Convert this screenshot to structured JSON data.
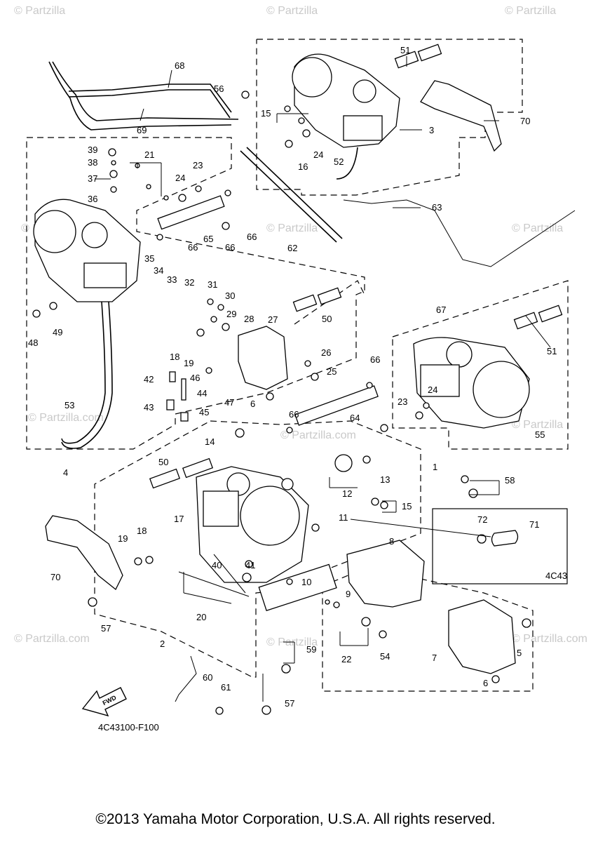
{
  "watermarks": [
    "© Partzilla",
    "© Partzilla",
    "© Partzilla",
    "© Partzilla.com",
    "© Partzilla",
    "© Partzilla",
    "© Partzilla.com",
    "© Partzilla.com",
    "© Partzilla",
    "© Partzilla.com",
    "© Partzilla",
    "© Partzilla.com"
  ],
  "callouts": [
    {
      "id": "c1",
      "text": "1"
    },
    {
      "id": "c2",
      "text": "2"
    },
    {
      "id": "c3",
      "text": "3"
    },
    {
      "id": "c4",
      "text": "4"
    },
    {
      "id": "c5",
      "text": "5"
    },
    {
      "id": "c6a",
      "text": "6"
    },
    {
      "id": "c6b",
      "text": "6"
    },
    {
      "id": "c7",
      "text": "7"
    },
    {
      "id": "c8",
      "text": "8"
    },
    {
      "id": "c9",
      "text": "9"
    },
    {
      "id": "c10",
      "text": "10"
    },
    {
      "id": "c11",
      "text": "11"
    },
    {
      "id": "c12",
      "text": "12"
    },
    {
      "id": "c13",
      "text": "13"
    },
    {
      "id": "c14",
      "text": "14"
    },
    {
      "id": "c15a",
      "text": "15"
    },
    {
      "id": "c15b",
      "text": "15"
    },
    {
      "id": "c16",
      "text": "16"
    },
    {
      "id": "c17",
      "text": "17"
    },
    {
      "id": "c18a",
      "text": "18"
    },
    {
      "id": "c18b",
      "text": "18"
    },
    {
      "id": "c19a",
      "text": "19"
    },
    {
      "id": "c19b",
      "text": "19"
    },
    {
      "id": "c20",
      "text": "20"
    },
    {
      "id": "c21",
      "text": "21"
    },
    {
      "id": "c22",
      "text": "22"
    },
    {
      "id": "c23a",
      "text": "23"
    },
    {
      "id": "c23b",
      "text": "23"
    },
    {
      "id": "c24a",
      "text": "24"
    },
    {
      "id": "c24b",
      "text": "24"
    },
    {
      "id": "c24c",
      "text": "24"
    },
    {
      "id": "c25",
      "text": "25"
    },
    {
      "id": "c26",
      "text": "26"
    },
    {
      "id": "c27",
      "text": "27"
    },
    {
      "id": "c28",
      "text": "28"
    },
    {
      "id": "c29",
      "text": "29"
    },
    {
      "id": "c30",
      "text": "30"
    },
    {
      "id": "c31",
      "text": "31"
    },
    {
      "id": "c32",
      "text": "32"
    },
    {
      "id": "c33",
      "text": "33"
    },
    {
      "id": "c34",
      "text": "34"
    },
    {
      "id": "c35",
      "text": "35"
    },
    {
      "id": "c36",
      "text": "36"
    },
    {
      "id": "c37",
      "text": "37"
    },
    {
      "id": "c38",
      "text": "38"
    },
    {
      "id": "c39",
      "text": "39"
    },
    {
      "id": "c40",
      "text": "40"
    },
    {
      "id": "c41",
      "text": "41"
    },
    {
      "id": "c42",
      "text": "42"
    },
    {
      "id": "c43",
      "text": "43"
    },
    {
      "id": "c44",
      "text": "44"
    },
    {
      "id": "c45",
      "text": "45"
    },
    {
      "id": "c46",
      "text": "46"
    },
    {
      "id": "c47",
      "text": "47"
    },
    {
      "id": "c48",
      "text": "48"
    },
    {
      "id": "c49",
      "text": "49"
    },
    {
      "id": "c50a",
      "text": "50"
    },
    {
      "id": "c50b",
      "text": "50"
    },
    {
      "id": "c51a",
      "text": "51"
    },
    {
      "id": "c51b",
      "text": "51"
    },
    {
      "id": "c52",
      "text": "52"
    },
    {
      "id": "c53",
      "text": "53"
    },
    {
      "id": "c54",
      "text": "54"
    },
    {
      "id": "c55",
      "text": "55"
    },
    {
      "id": "c56",
      "text": "56"
    },
    {
      "id": "c57a",
      "text": "57"
    },
    {
      "id": "c57b",
      "text": "57"
    },
    {
      "id": "c58",
      "text": "58"
    },
    {
      "id": "c59",
      "text": "59"
    },
    {
      "id": "c60",
      "text": "60"
    },
    {
      "id": "c61",
      "text": "61"
    },
    {
      "id": "c62",
      "text": "62"
    },
    {
      "id": "c63",
      "text": "63"
    },
    {
      "id": "c64",
      "text": "64"
    },
    {
      "id": "c65",
      "text": "65"
    },
    {
      "id": "c66a",
      "text": "66"
    },
    {
      "id": "c66b",
      "text": "66"
    },
    {
      "id": "c66c",
      "text": "66"
    },
    {
      "id": "c66d",
      "text": "66"
    },
    {
      "id": "c66e",
      "text": "66"
    },
    {
      "id": "c67",
      "text": "67"
    },
    {
      "id": "c68",
      "text": "68"
    },
    {
      "id": "c69",
      "text": "69"
    },
    {
      "id": "c70a",
      "text": "70"
    },
    {
      "id": "c70b",
      "text": "70"
    },
    {
      "id": "c71",
      "text": "71"
    },
    {
      "id": "c72",
      "text": "72"
    }
  ],
  "inset_code": "4C43",
  "fwd_label": "FWD",
  "diagram_code": "4C43100-F100",
  "copyright": "©2013 Yamaha Motor Corporation, U.S.A. All rights reserved."
}
